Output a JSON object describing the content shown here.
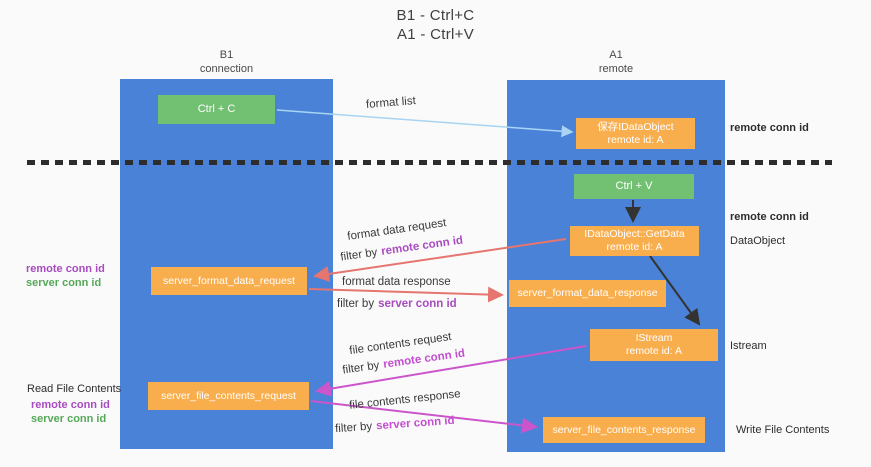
{
  "title": {
    "line1": "B1 - Ctrl+C",
    "line2": "A1 - Ctrl+V"
  },
  "lanes": {
    "left": {
      "name": "B1",
      "role": "connection"
    },
    "right": {
      "name": "A1",
      "role": "remote"
    }
  },
  "nodes": {
    "ctrl_c": "Ctrl + C",
    "save_idataobject": {
      "line1": "保存IDataObject",
      "line2": "remote id: A"
    },
    "ctrl_v": "Ctrl + V",
    "getdata": {
      "line1": "IDataObject::GetData",
      "line2": "remote id: A"
    },
    "format_request": "server_format_data_request",
    "format_response": "server_format_data_response",
    "istream": {
      "line1": "IStream",
      "line2": "remote id: A"
    },
    "file_request": "server_file_contents_request",
    "file_response": "server_file_contents_response"
  },
  "flows": {
    "format_list": "format list",
    "format_data_request": "format data request",
    "format_data_response": "format data response",
    "file_contents_request": "file contents request",
    "file_contents_response": "file contents response",
    "filter_by": "filter by",
    "remote_conn_id": "remote conn id",
    "server_conn_id": "server conn id"
  },
  "annotations": {
    "remote_conn_id": "remote conn id",
    "server_conn_id": "server conn id",
    "dataobject": "DataObject",
    "istream": "Istream",
    "read_file_contents": "Read File Contents",
    "write_file_contents": "Write File Contents"
  },
  "colors": {
    "lane": "#4a82d8",
    "node_orange": "#f9ae4e",
    "node_green": "#72c173",
    "arrow_blue": "#a9d4f3",
    "arrow_red": "#e6756f",
    "arrow_magenta": "#cc55cc",
    "arrow_black": "#333333",
    "text_purple": "#a84cc0",
    "text_magenta": "#c24fd0",
    "text_green": "#55a858",
    "divider": "#2d2d2d",
    "background": "#fafafa"
  }
}
